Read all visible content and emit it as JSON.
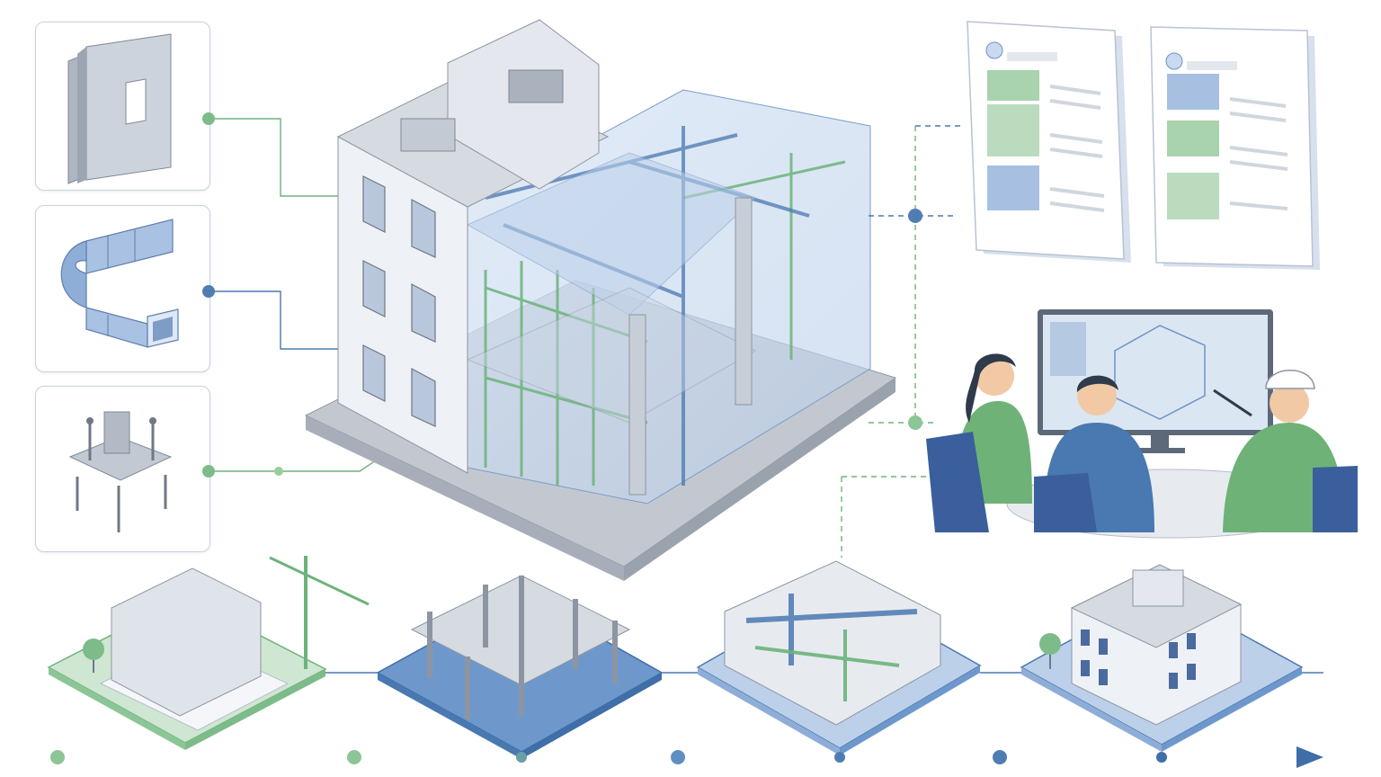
{
  "diagram": {
    "title": "",
    "components": [
      {
        "id": "wall-panel",
        "icon": "wall-panel-icon"
      },
      {
        "id": "duct",
        "icon": "duct-elbow-icon"
      },
      {
        "id": "anchor",
        "icon": "anchor-plate-icon"
      }
    ],
    "central_model": {
      "icon": "bim-building-model-icon"
    },
    "documents": [
      {
        "icon": "spec-sheet-icon"
      },
      {
        "icon": "spec-sheet-icon"
      }
    ],
    "review_scene": {
      "icon": "team-review-icon",
      "people": 3
    },
    "timeline": {
      "stages": [
        {
          "icon": "site-construction-icon"
        },
        {
          "icon": "structure-frame-icon"
        },
        {
          "icon": "mep-systems-icon"
        },
        {
          "icon": "completed-building-icon"
        }
      ],
      "nodes": 7
    },
    "colors": {
      "green": "#6db37a",
      "blue": "#4a78b0",
      "grey": "#b9c0cb",
      "light_blue": "#c9d9ef",
      "light_green": "#cfe6d2"
    }
  }
}
